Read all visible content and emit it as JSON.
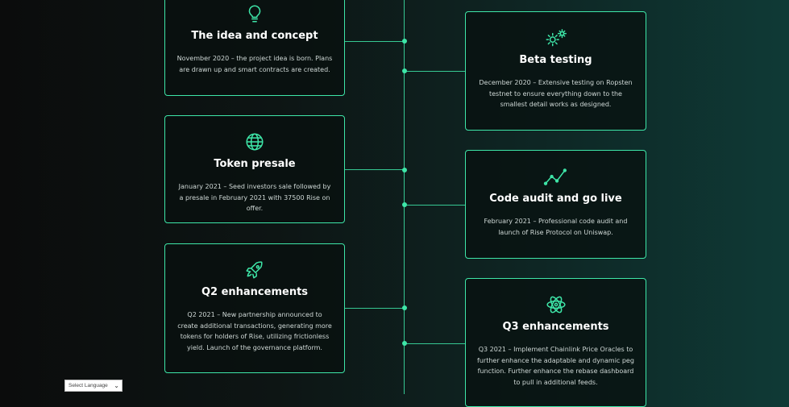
{
  "timeline": {
    "left": [
      {
        "icon": "lightbulb-icon",
        "title": "The idea and concept",
        "description": "November 2020 – the project idea is born. Plans are drawn up and smart contracts are created."
      },
      {
        "icon": "globe-icon",
        "title": "Token presale",
        "description": "January 2021 – Seed investors sale followed by a presale in February 2021 with 37500 Rise on offer."
      },
      {
        "icon": "rocket-icon",
        "title": "Q2 enhancements",
        "description": "Q2 2021 – New partnership announced to create additional transactions, generating more tokens for holders of Rise, utilizing frictionless yield. Launch of the governance platform."
      }
    ],
    "right": [
      {
        "icon": "gears-icon",
        "title": "Beta testing",
        "description": "December 2020 – Extensive testing on Ropsten testnet to ensure everything down to the smallest detail works as designed."
      },
      {
        "icon": "line-chart-icon",
        "title": "Code audit and go live",
        "description": "February 2021 – Professional code audit and launch of Rise Protocol on Uniswap."
      },
      {
        "icon": "atom-icon",
        "title": "Q3 enhancements",
        "description": "Q3 2021 – Implement Chainlink Price Oracles to further enhance the adaptable and dynamic peg function. Further enhance the rebase dashboard to pull in additional feeds."
      }
    ]
  },
  "language_select": {
    "label": "Select Language"
  },
  "colors": {
    "accent": "#3ee6a8"
  }
}
